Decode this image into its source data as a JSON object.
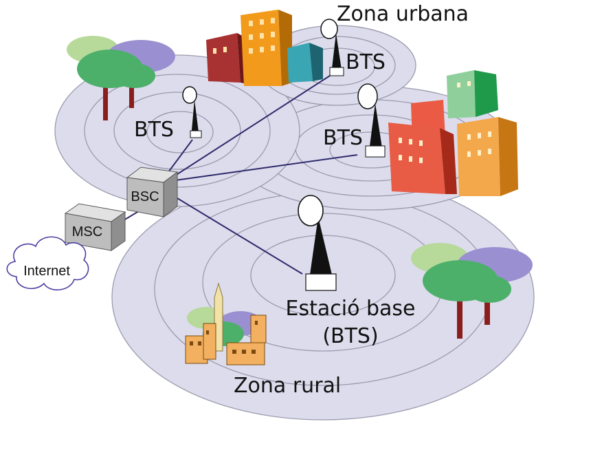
{
  "labels": {
    "zona_urbana": "Zona urbana",
    "zona_rural": "Zona rural",
    "bts_1": "BTS",
    "bts_2": "BTS",
    "bts_3": "BTS",
    "estacio_line1": "Estació base",
    "estacio_line2": "(BTS)",
    "bsc": "BSC",
    "msc": "MSC",
    "internet": "Internet"
  },
  "colors": {
    "cell_fill": "#dcdcec",
    "cell_ring": "#9a9aae",
    "link": "#2e2a6b",
    "box_front": "#bdbdbd",
    "box_top": "#e2e2e2",
    "box_side": "#8f8f8f"
  },
  "icons": [
    "antenna-tower-icon",
    "building-icon",
    "tree-icon",
    "cloud-icon",
    "village-icon"
  ]
}
